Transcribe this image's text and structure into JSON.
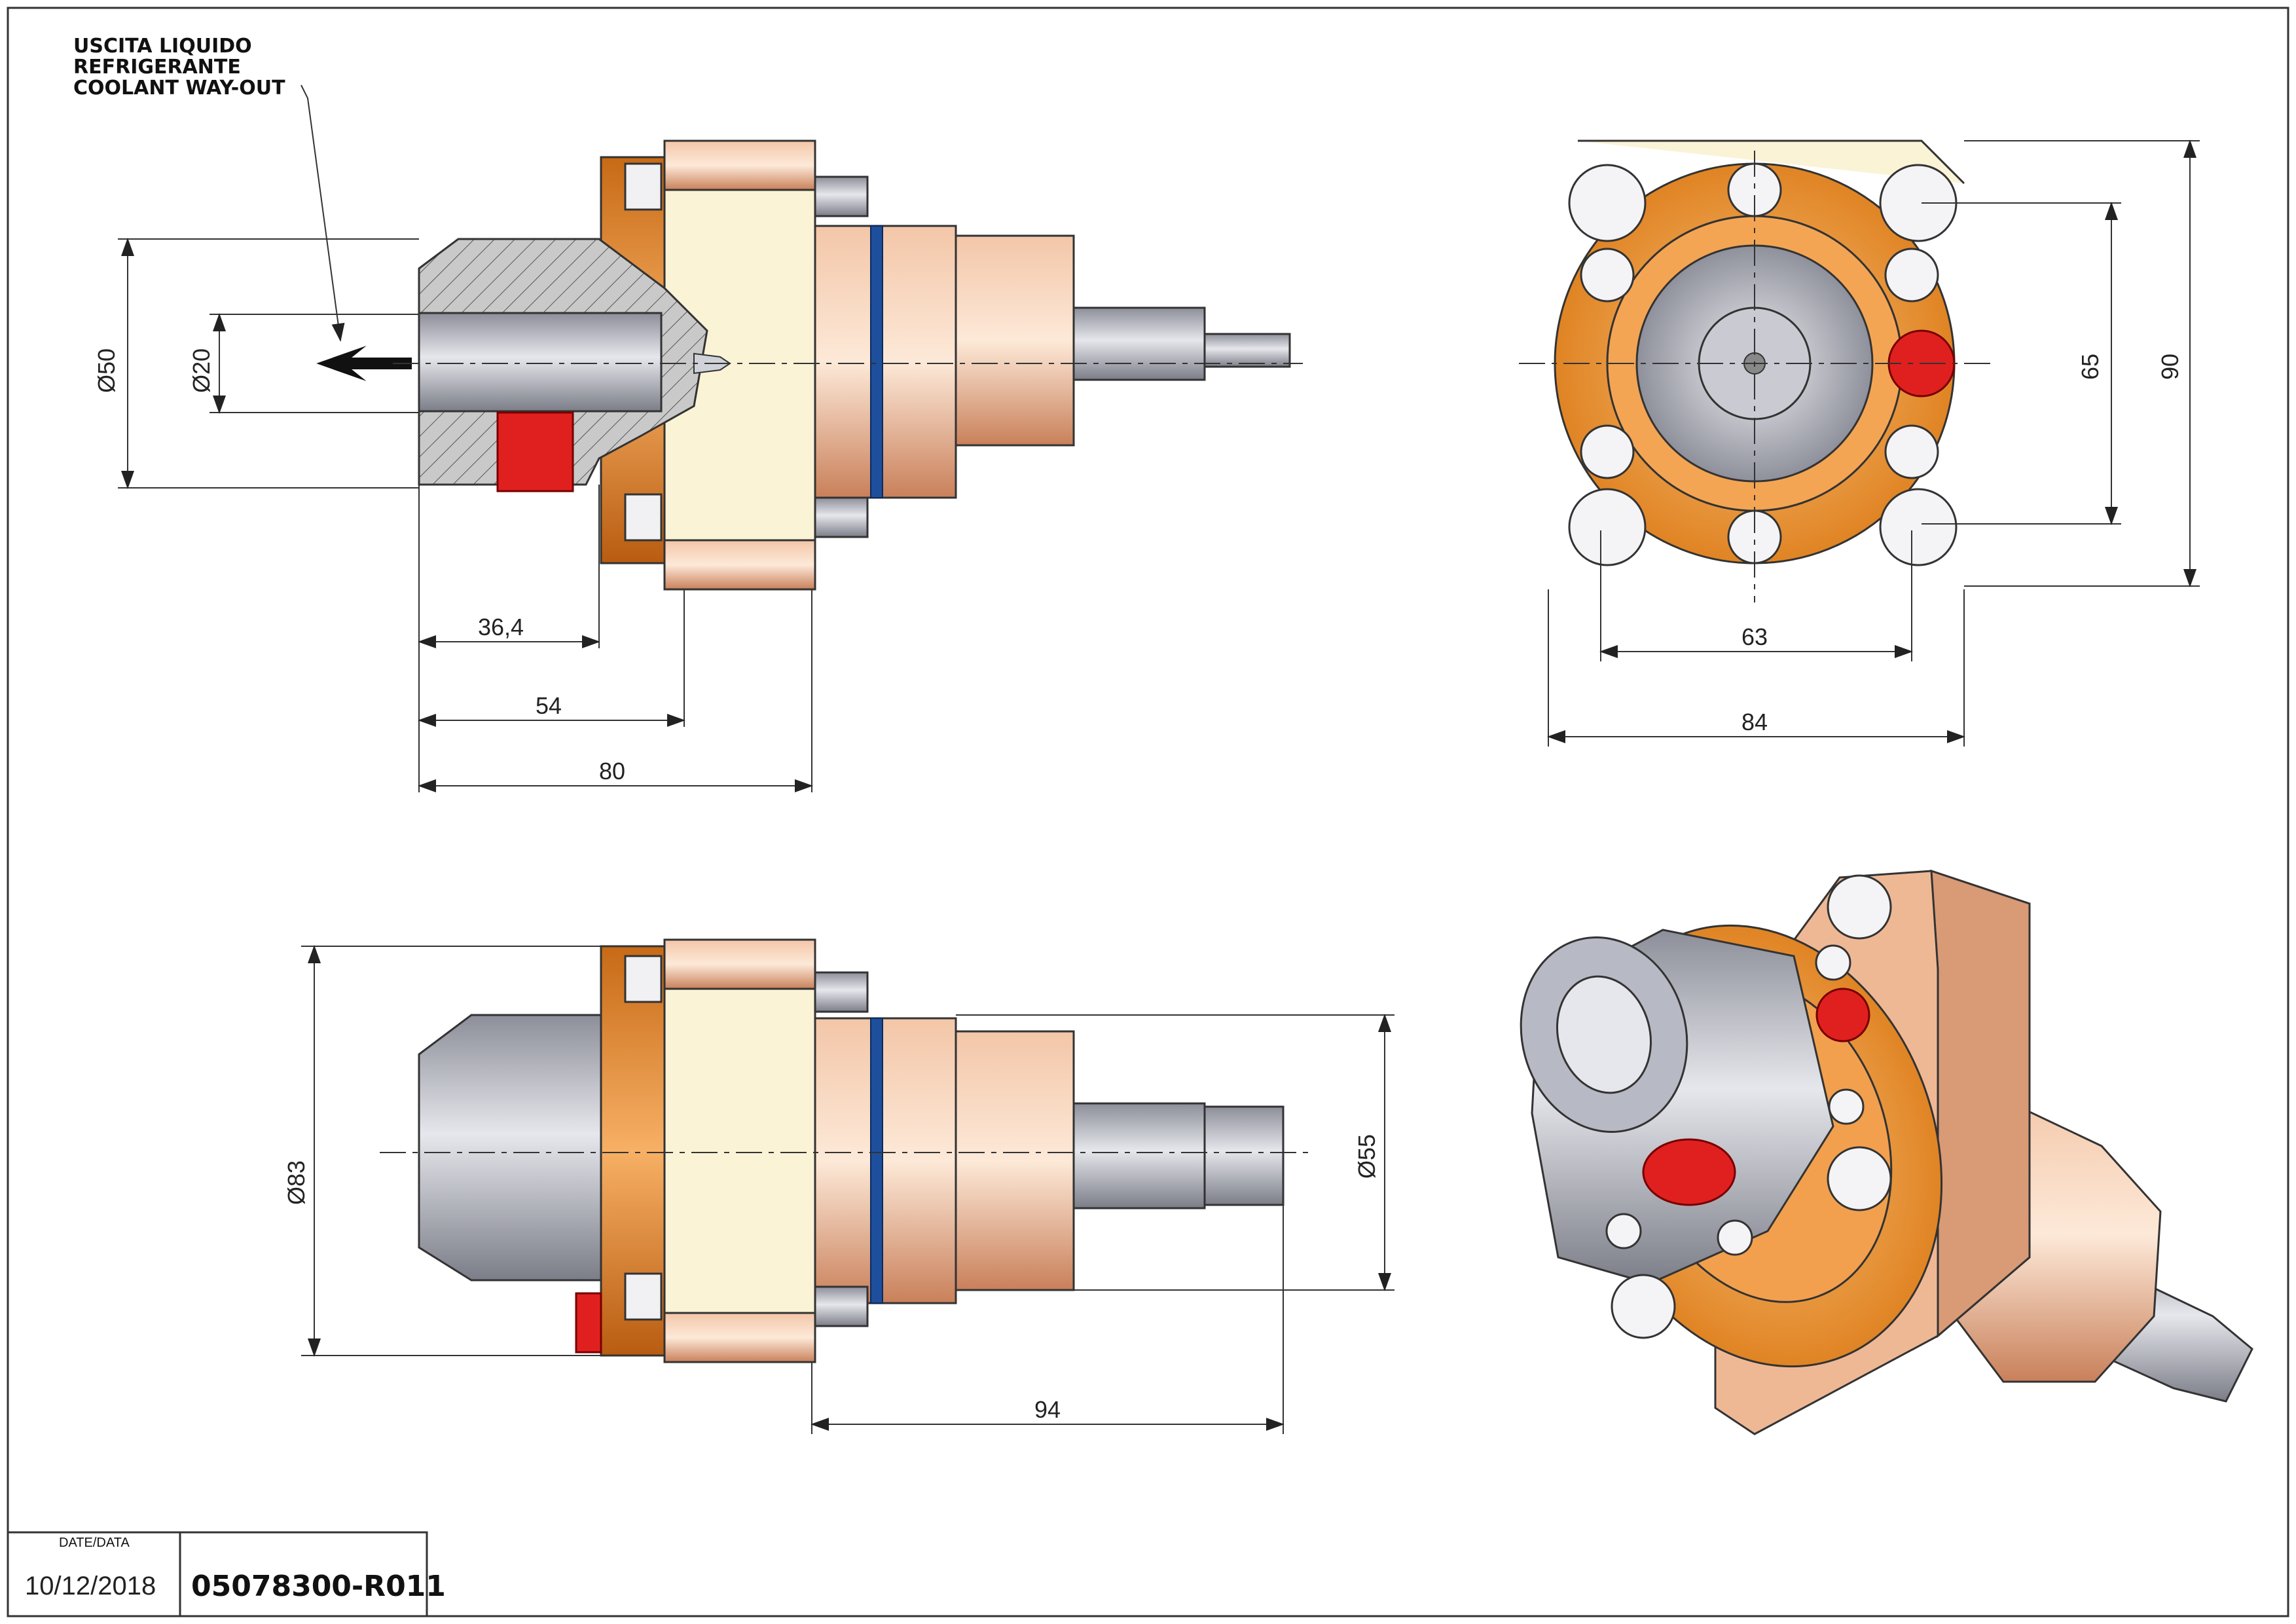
{
  "note": {
    "line1": "USCITA LIQUIDO",
    "line2": "REFRIGERANTE",
    "line3": "COOLANT WAY-OUT"
  },
  "dimensions": {
    "d50": "Ø50",
    "d20": "Ø20",
    "l36": "36,4",
    "l54": "54",
    "l80": "80",
    "v65": "65",
    "v90": "90",
    "h63": "63",
    "h84": "84",
    "d83": "Ø83",
    "d55": "Ø55",
    "l94": "94"
  },
  "title_block": {
    "date_label": "DATE/DATA",
    "date": "10/12/2018",
    "code": "05078300-R011"
  },
  "colors": {
    "body_pale": "#fbf3d6",
    "copper": "#e7a47e",
    "orange": "#e98a2a",
    "steel": "#b7b9c4",
    "red": "#e0201f",
    "blue_oring": "#1e4f9c"
  }
}
